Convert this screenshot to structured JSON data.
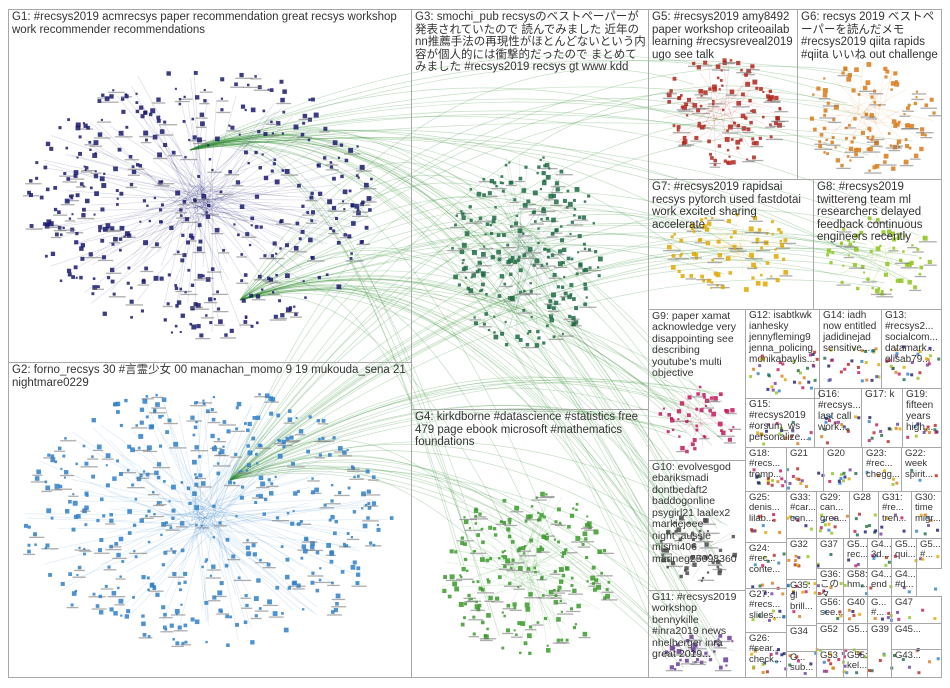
{
  "groups": [
    {
      "id": "G1",
      "text": "G1: #recsys2019 acmrecsys paper recommendation great recsys workshop work recommender recommendations",
      "color": "#1a1a6e"
    },
    {
      "id": "G2",
      "text": "G2: forno_recsys 30 #言霊少女 00 manachan_momo 9 19 mukouda_sena 21 nightmare0229",
      "color": "#2f7fc8"
    },
    {
      "id": "G3",
      "text": "G3: smochi_pub recsysのベストペーパーが発表されていたので 読んでみました 近年のnn推薦手法の再現性がほとんどないという内容が個人的には衝撃的だったので まとめてみました #recsys2019 recsys gt www kdd",
      "color": "#1f6b45"
    },
    {
      "id": "G4",
      "text": "G4: kirkdborne #datascience #statistics free 479 page ebook microsoft #mathematics foundations",
      "color": "#3a9a2a"
    },
    {
      "id": "G5",
      "text": "G5: #recsys2019 amy8492 paper workshop criteoailab learning #recsysreveal2019 ugo see talk",
      "color": "#b3261e"
    },
    {
      "id": "G6",
      "text": "G6: recsys 2019 ベストペーパーを読んだメモ #recsys2019 qiita rapids #qiita いいね out challenge",
      "color": "#d97a1a"
    },
    {
      "id": "G7",
      "text": "G7: #recsys2019 rapidsai recsys pytorch used fastdotai work excited sharing accelerate",
      "color": "#e0a800"
    },
    {
      "id": "G8",
      "text": "G8: #recsys2019 twittereng team ml researchers delayed feedback continuous engineers recently",
      "color": "#8fc41f"
    },
    {
      "id": "G9",
      "text": "G9: paper xamat acknowledge very disappointing see describing youtube's multi objective",
      "color": "#c2185b"
    },
    {
      "id": "G10",
      "text": "G10: evolvesgod ebariksmadi dontbedaft2 baddogonline psygirl21 laalex2 markiejoee night_aussie mismi406 marineg25098360",
      "color": "#4a4a4a"
    },
    {
      "id": "G11",
      "text": "G11: #recsys2019 workshop bennykille #inra2019 news nhelberger inra great 2019...",
      "color": "#6a3d9a"
    },
    {
      "id": "G12",
      "text": "G12: isabtkwk ianhesky jennyfleming9 jenna_policing monikabaylis...",
      "color": "#555"
    },
    {
      "id": "G13",
      "text": "G13: #recsys2... socialcom... datamark... elisab79...",
      "color": "#555"
    },
    {
      "id": "G14",
      "text": "G14: iadh now entitled jadidinejad sensitive...",
      "color": "#555"
    },
    {
      "id": "G15",
      "text": "G15: #recsys2019 #orsum_ws personalize...",
      "color": "#555"
    },
    {
      "id": "G16",
      "text": "G16: #recsys... last call work...",
      "color": "#555"
    },
    {
      "id": "G17",
      "text": "G17: k",
      "color": "#555"
    },
    {
      "id": "G19",
      "text": "G19: fifteen years high...",
      "color": "#555"
    },
    {
      "id": "G18",
      "text": "G18: #recs... tromp...",
      "color": "#555"
    },
    {
      "id": "G21",
      "text": "G21",
      "color": "#555"
    },
    {
      "id": "G20",
      "text": "G20",
      "color": "#555"
    },
    {
      "id": "G23",
      "text": "G23: #rec... chegg...",
      "color": "#555"
    },
    {
      "id": "G22",
      "text": "G22: week spirit...",
      "color": "#555"
    },
    {
      "id": "G25",
      "text": "G25: denis... lilab...",
      "color": "#555"
    },
    {
      "id": "G33",
      "text": "G33: #car... cen...",
      "color": "#555"
    },
    {
      "id": "G29",
      "text": "G29: can... grea...",
      "color": "#555"
    },
    {
      "id": "G28",
      "text": "G28",
      "color": "#555"
    },
    {
      "id": "G31",
      "text": "G31: #re... tren...",
      "color": "#555"
    },
    {
      "id": "G30",
      "text": "G30: time migr...",
      "color": "#555"
    },
    {
      "id": "G24",
      "text": "G24: #rec... conte...",
      "color": "#555"
    },
    {
      "id": "G32",
      "text": "G32",
      "color": "#555"
    },
    {
      "id": "G37",
      "text": "G37",
      "color": "#555"
    },
    {
      "id": "G5x1",
      "text": "G5... rec...",
      "color": "#555"
    },
    {
      "id": "G4x1",
      "text": "G4... 3d...",
      "color": "#555"
    },
    {
      "id": "G5x2",
      "text": "G5... qui...",
      "color": "#555"
    },
    {
      "id": "G5x3",
      "text": "G5... #...",
      "color": "#555"
    },
    {
      "id": "G27",
      "text": "G27: #recs... slides...",
      "color": "#555"
    },
    {
      "id": "G35",
      "text": "G35: gl brill...",
      "color": "#555"
    },
    {
      "id": "G36",
      "text": "G36: この タ...",
      "color": "#555"
    },
    {
      "id": "G58",
      "text": "G58: hm...",
      "color": "#555"
    },
    {
      "id": "G4x2",
      "text": "G4... end",
      "color": "#555"
    },
    {
      "id": "G4x3",
      "text": "G4... #d...",
      "color": "#555"
    },
    {
      "id": "G56",
      "text": "G56: see...",
      "color": "#555"
    },
    {
      "id": "G40",
      "text": "G40",
      "color": "#555"
    },
    {
      "id": "G4x4",
      "text": "G... #...",
      "color": "#555"
    },
    {
      "id": "G47",
      "text": "G47",
      "color": "#555"
    },
    {
      "id": "G26",
      "text": "G26: #sear... check...",
      "color": "#555"
    },
    {
      "id": "G34",
      "text": "G34",
      "color": "#555"
    },
    {
      "id": "G52",
      "text": "G52",
      "color": "#555"
    },
    {
      "id": "G5x4",
      "text": "G5...",
      "color": "#555"
    },
    {
      "id": "G53",
      "text": "G53",
      "color": "#555"
    },
    {
      "id": "G45",
      "text": "G45...",
      "color": "#555"
    },
    {
      "id": "G5x5",
      "text": "G... sub...",
      "color": "#555"
    },
    {
      "id": "G55",
      "text": "G55: kel...",
      "color": "#555"
    },
    {
      "id": "G39",
      "text": "G39",
      "color": "#555"
    },
    {
      "id": "G43",
      "text": "G43...",
      "color": "#555"
    }
  ]
}
